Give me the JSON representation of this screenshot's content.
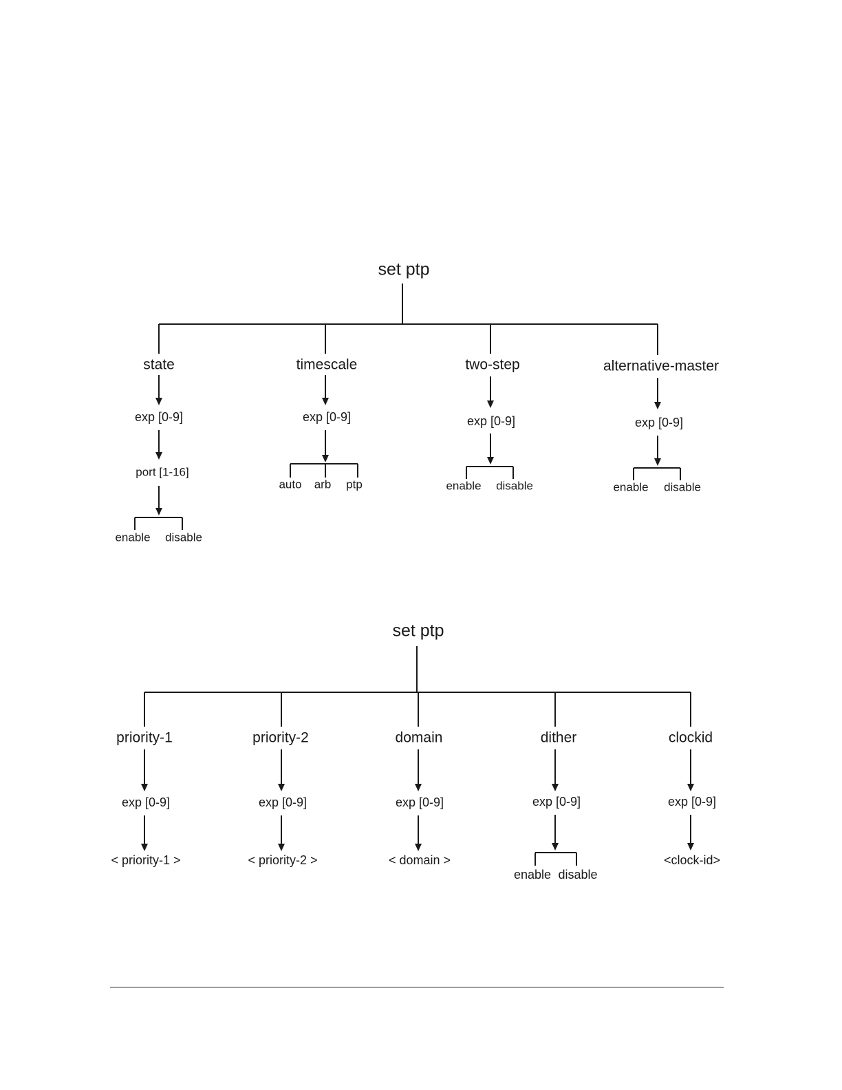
{
  "diagrams": [
    {
      "root": "set ptp",
      "branches": [
        {
          "label": "state",
          "chain": [
            "exp [0-9]",
            "port [1-16]"
          ],
          "options": [
            "enable",
            "disable"
          ]
        },
        {
          "label": "timescale",
          "chain": [
            "exp [0-9]"
          ],
          "options": [
            "auto",
            "arb",
            "ptp"
          ]
        },
        {
          "label": "two-step",
          "chain": [
            "exp [0-9]"
          ],
          "options": [
            "enable",
            "disable"
          ]
        },
        {
          "label": "alternative-master",
          "chain": [
            "exp [0-9]"
          ],
          "options": [
            "enable",
            "disable"
          ]
        }
      ]
    },
    {
      "root": "set ptp",
      "branches": [
        {
          "label": "priority-1",
          "chain": [
            "exp [0-9]",
            "< priority-1 >"
          ],
          "options": []
        },
        {
          "label": "priority-2",
          "chain": [
            "exp [0-9]",
            "< priority-2 >"
          ],
          "options": []
        },
        {
          "label": "domain",
          "chain": [
            "exp [0-9]",
            "< domain >"
          ],
          "options": []
        },
        {
          "label": "dither",
          "chain": [
            "exp [0-9]"
          ],
          "options": [
            "enable",
            "disable"
          ]
        },
        {
          "label": "clockid",
          "chain": [
            "exp [0-9]",
            "<clock-id>"
          ],
          "options": []
        }
      ]
    }
  ]
}
